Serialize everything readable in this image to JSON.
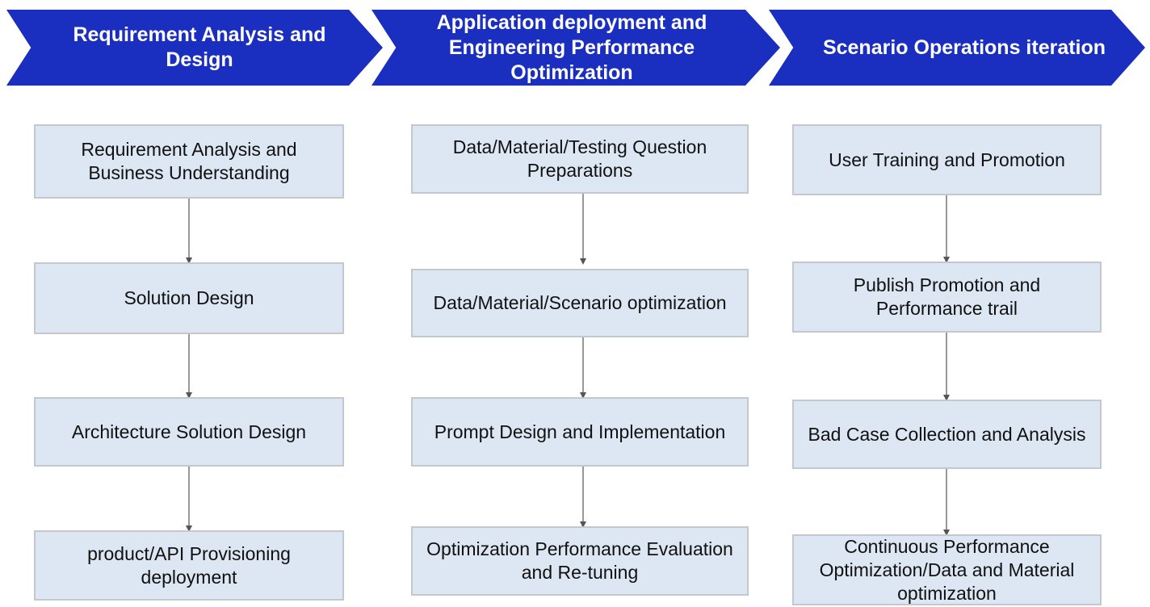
{
  "phases": [
    {
      "title": "Requirement Analysis and\nDesign"
    },
    {
      "title": "Application deployment and\nEngineering Performance\nOptimization"
    },
    {
      "title": "Scenario Operations iteration"
    }
  ],
  "columns": [
    {
      "steps": [
        {
          "label": "Requirement Analysis and\nBusiness Understanding"
        },
        {
          "label": "Solution Design"
        },
        {
          "label": "Architecture Solution Design"
        },
        {
          "label": "product/API Provisioning\ndeployment"
        }
      ]
    },
    {
      "steps": [
        {
          "label": "Data/Material/Testing Question\nPreparations"
        },
        {
          "label": "Data/Material/Scenario optimization"
        },
        {
          "label": "Prompt Design and Implementation"
        },
        {
          "label": "Optimization Performance Evaluation\nand Re-tuning"
        }
      ]
    },
    {
      "steps": [
        {
          "label": "User Training and Promotion"
        },
        {
          "label": "Publish Promotion and\nPerformance trail"
        },
        {
          "label": "Bad Case Collection and Analysis"
        },
        {
          "label": "Continuous Performance\nOptimization/Data and Material\noptimization"
        }
      ]
    }
  ],
  "colors": {
    "header_fill": "#1a2fbf",
    "box_fill": "#dde7f3",
    "box_border": "#c3c8cf",
    "arrow": "#555555"
  }
}
